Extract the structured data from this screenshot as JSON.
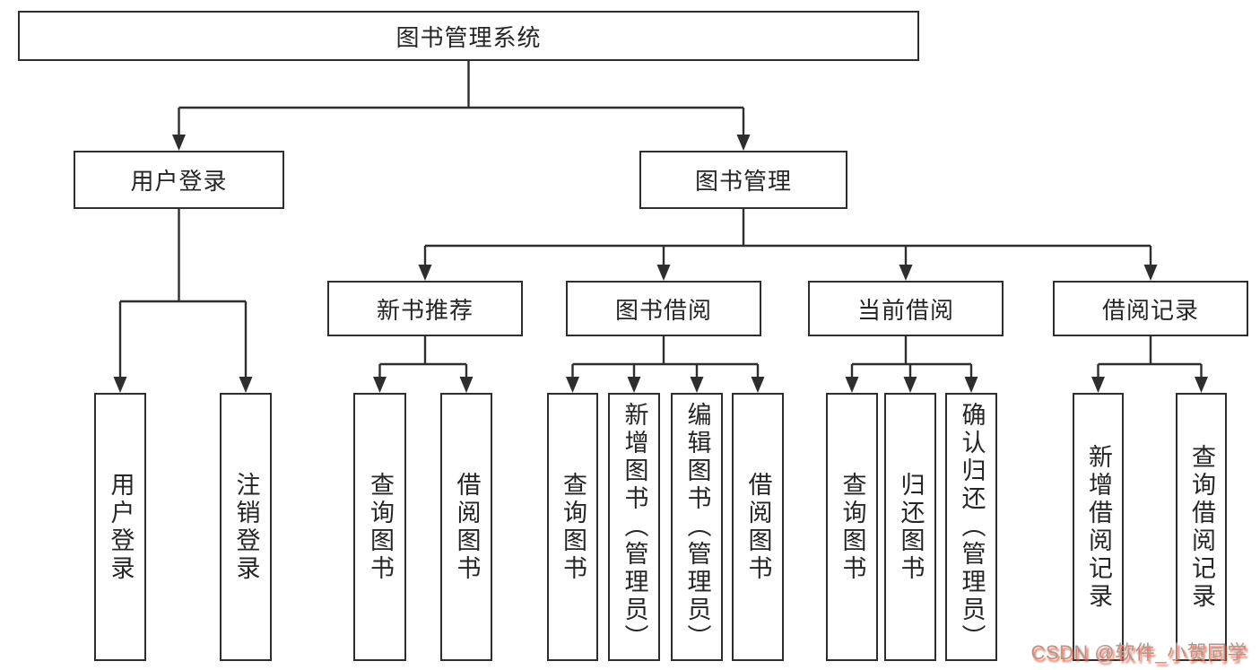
{
  "nodes": {
    "root": {
      "label": "图书管理系统"
    },
    "user_login": {
      "label": "用户登录"
    },
    "book_management": {
      "label": "图书管理"
    },
    "new_book_recommend": {
      "label": "新书推荐"
    },
    "book_borrowing": {
      "label": "图书借阅"
    },
    "current_borrowing": {
      "label": "当前借阅"
    },
    "borrowing_records": {
      "label": "借阅记录"
    },
    "leaf_user_login": {
      "label": "用户登录"
    },
    "leaf_logout": {
      "label": "注销登录"
    },
    "leaf_recommend_query_books": {
      "label": "查询图书"
    },
    "leaf_recommend_borrow_books": {
      "label": "借阅图书"
    },
    "leaf_borrowing_query_books": {
      "label": "查询图书"
    },
    "leaf_borrowing_add_books": {
      "label": "新增图书（管理员）"
    },
    "leaf_borrowing_edit_books": {
      "label": "编辑图书（管理员）"
    },
    "leaf_borrowing_borrow_books": {
      "label": "借阅图书"
    },
    "leaf_current_query_books": {
      "label": "查询图书"
    },
    "leaf_current_return_books": {
      "label": "归还图书"
    },
    "leaf_current_confirm_return": {
      "label": "确认归还（管理员）"
    },
    "leaf_records_add_record": {
      "label": "新增借阅记录"
    },
    "leaf_records_query_record": {
      "label": "查询借阅记录"
    }
  },
  "watermark": {
    "text": "CSDN @软件_小贺同学"
  },
  "colors": {
    "line": "#2e2e2e",
    "box_border": "#2e2e2e",
    "text": "#252525",
    "background": "#ffffff",
    "watermark_text": "#9e9e9e",
    "watermark_shadow": "#fc5531"
  }
}
